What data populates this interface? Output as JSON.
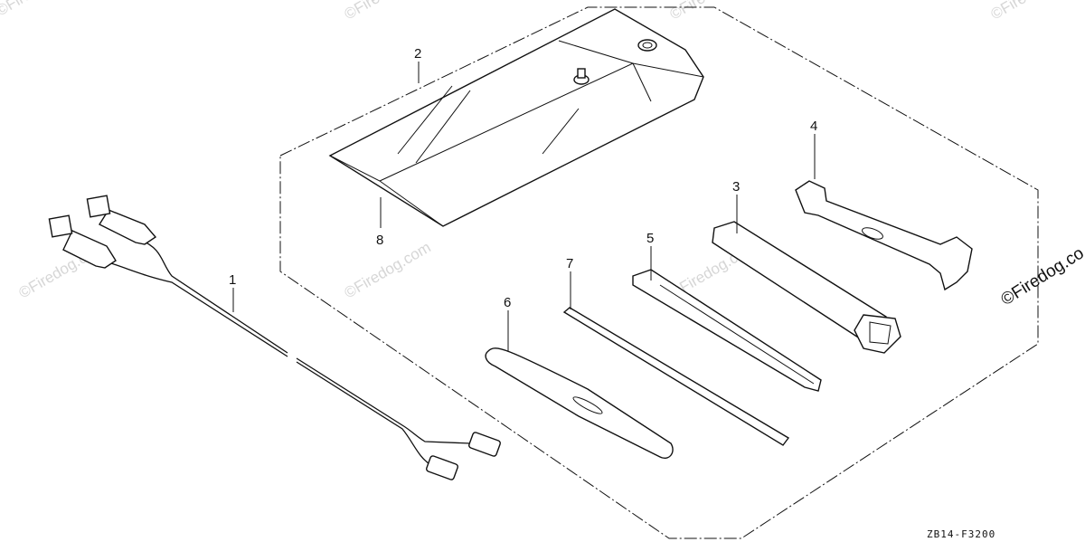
{
  "figure_code": "ZB14-F3200",
  "watermark": {
    "text": "©Firedog.com",
    "primary_text": "©Firedog.co"
  },
  "callouts": [
    {
      "id": "1",
      "label": "1"
    },
    {
      "id": "2",
      "label": "2"
    },
    {
      "id": "3",
      "label": "3"
    },
    {
      "id": "4",
      "label": "4"
    },
    {
      "id": "5",
      "label": "5"
    },
    {
      "id": "6",
      "label": "6"
    },
    {
      "id": "7",
      "label": "7"
    },
    {
      "id": "8",
      "label": "8"
    }
  ],
  "colors": {
    "ink": "#111111",
    "background": "#ffffff",
    "watermark": "#d6d6d6"
  }
}
